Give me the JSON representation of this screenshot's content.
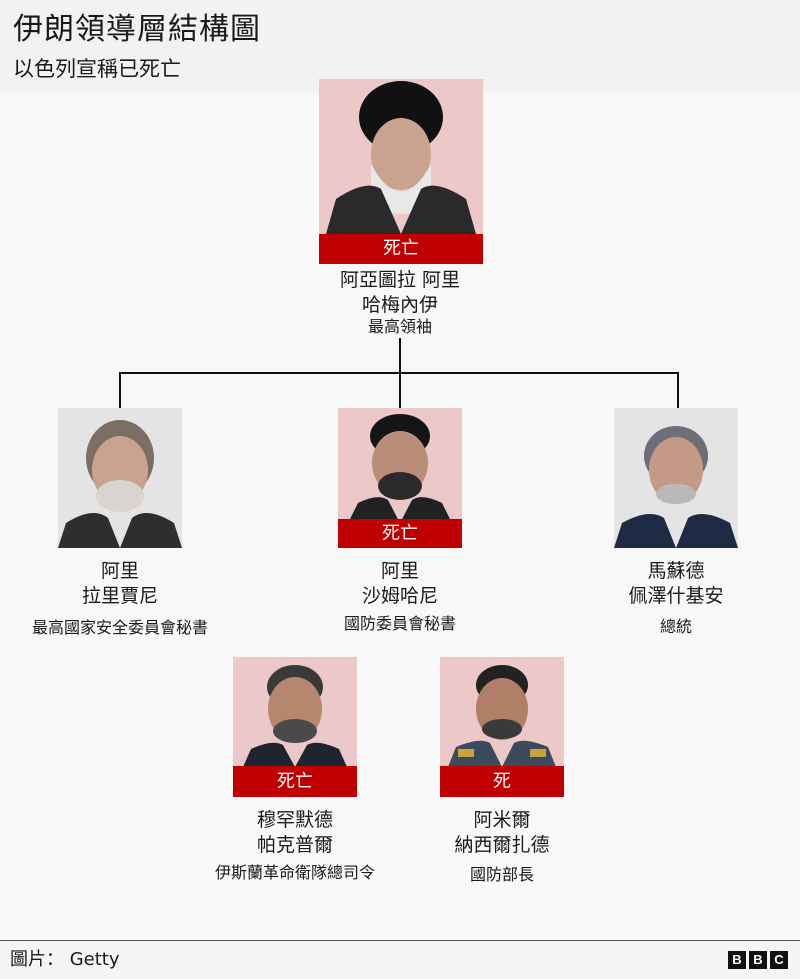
{
  "header": {
    "title": "伊朗領導層結構圖",
    "subtitle": "以色列宣稱已死亡"
  },
  "colors": {
    "badge_red": "#c00000",
    "photo_pink": "#ecc8c8",
    "photo_gray": "#e4e4e4",
    "connector": "#111111"
  },
  "nodes": [
    {
      "id": "khamenei",
      "name_line1": "阿亞圖拉 阿里",
      "name_line2": "哈梅內伊",
      "role": "最高領袖",
      "badge": "死亡",
      "photo_bg": "pink"
    },
    {
      "id": "larijani",
      "name_line1": "阿里",
      "name_line2": "拉里賈尼",
      "role": "最高國家安全委員會秘書",
      "badge": null,
      "photo_bg": "gray"
    },
    {
      "id": "shamkhani",
      "name_line1": "阿里",
      "name_line2": "沙姆哈尼",
      "role": "國防委員會秘書",
      "badge": "死亡",
      "photo_bg": "pink"
    },
    {
      "id": "pezeshkian",
      "name_line1": "馬蘇德",
      "name_line2": "佩澤什基安",
      "role": "總統",
      "badge": null,
      "photo_bg": "gray"
    },
    {
      "id": "pakpour",
      "name_line1": "穆罕默德",
      "name_line2": "帕克普爾",
      "role": "伊斯蘭革命衛隊總司令",
      "badge": "死亡",
      "photo_bg": "pink"
    },
    {
      "id": "nasirzadeh",
      "name_line1": "阿米爾",
      "name_line2": "納西爾扎德",
      "role": "國防部長",
      "badge": "死",
      "photo_bg": "pink"
    }
  ],
  "footer": {
    "credit": "圖片： Getty",
    "logo": [
      "B",
      "B",
      "C"
    ]
  }
}
